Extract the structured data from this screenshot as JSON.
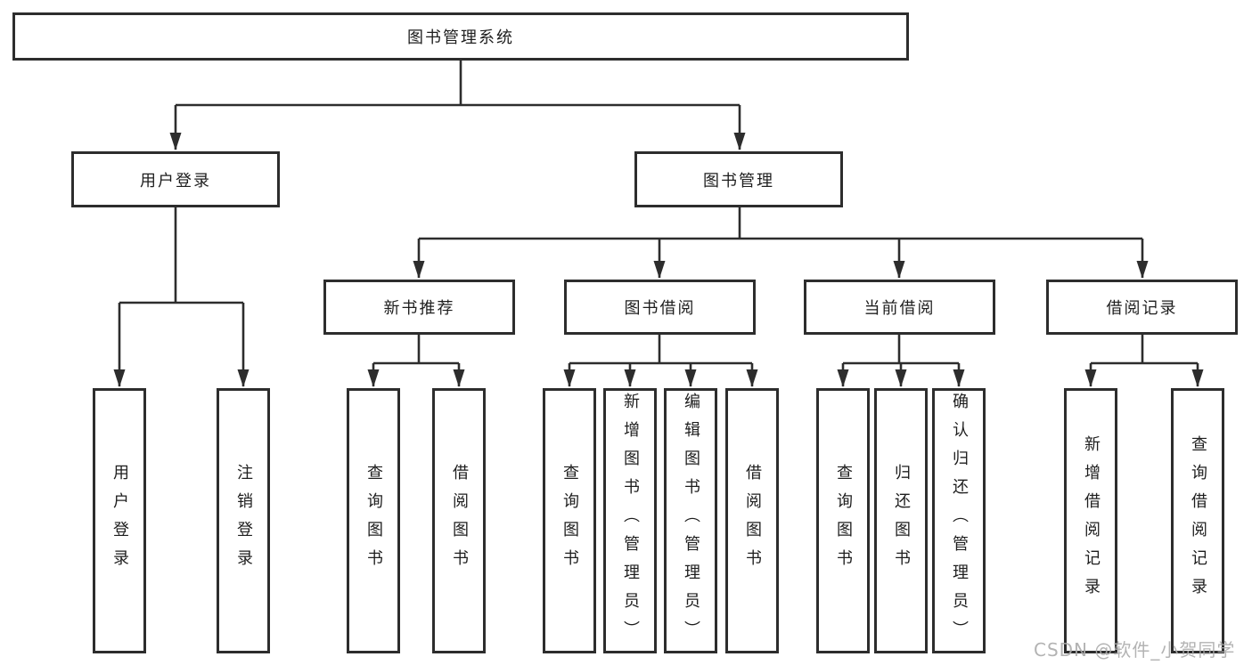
{
  "diagram": {
    "root": {
      "label": "图书管理系统"
    },
    "branches": [
      {
        "label": "用户登录",
        "leaves": [
          {
            "label": "用户登录"
          },
          {
            "label": "注销登录"
          }
        ]
      },
      {
        "label": "图书管理",
        "sections": [
          {
            "label": "新书推荐",
            "leaves": [
              {
                "label": "查询图书"
              },
              {
                "label": "借阅图书"
              }
            ]
          },
          {
            "label": "图书借阅",
            "leaves": [
              {
                "label": "查询图书"
              },
              {
                "label": "新增图书（管理员）"
              },
              {
                "label": "编辑图书（管理员）"
              },
              {
                "label": "借阅图书"
              }
            ]
          },
          {
            "label": "当前借阅",
            "leaves": [
              {
                "label": "查询图书"
              },
              {
                "label": "归还图书"
              },
              {
                "label": "确认归还（管理员）"
              }
            ]
          },
          {
            "label": "借阅记录",
            "leaves": [
              {
                "label": "新增借阅记录"
              },
              {
                "label": "查询借阅记录"
              }
            ]
          }
        ]
      }
    ]
  },
  "colors": {
    "line": "#2d2d2d",
    "text": "#1e1e1e",
    "watermark": "#ababab"
  },
  "watermark": {
    "text": "CSDN @软件_小贺同学"
  }
}
